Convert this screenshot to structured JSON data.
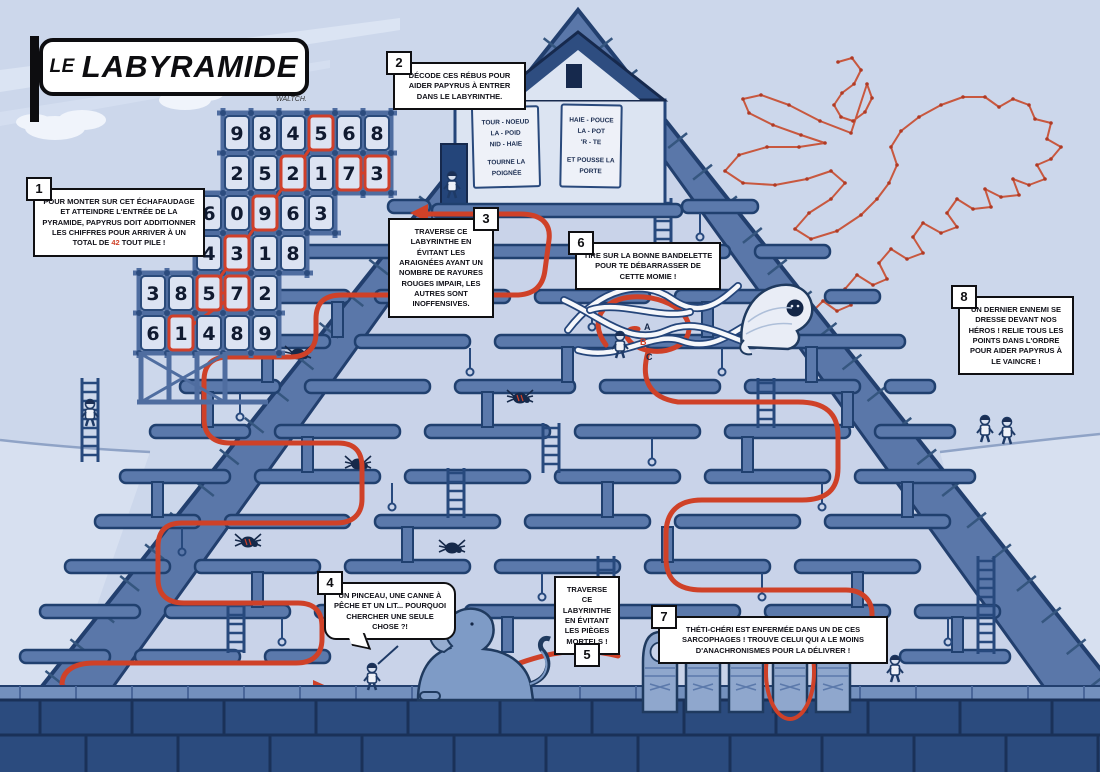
{
  "title": {
    "text_small": "LE",
    "text_big": "LABYRAMIDE",
    "signature": "WALTCH."
  },
  "steps": [
    {
      "num": "1",
      "text_before": "POUR MONTER SUR CET ÉCHAFAUDAGE ET ATTEINDRE L'ENTRÉE DE LA PYRAMIDE, PAPYRUS DOIT ADDITIONNER LES CHIFFRES POUR ARRIVER À UN TOTAL DE ",
      "highlight": "42",
      "text_after": " TOUT PILE !"
    },
    {
      "num": "2",
      "text": "DÉCODE CES RÉBUS POUR AIDER PAPYRUS À ENTRER DANS LE LABYRINTHE."
    },
    {
      "num": "3",
      "text": "TRAVERSE CE LABYRINTHE EN ÉVITANT LES ARAIGNÉES AYANT UN NOMBRE DE RAYURES ROUGES IMPAIR, LES AUTRES SONT INOFFENSIVES."
    },
    {
      "num": "4",
      "text": "UN PINCEAU, UNE CANNE À PÊCHE ET UN LIT... POURQUOI CHERCHER UNE SEULE CHOSE ?!"
    },
    {
      "num": "5",
      "text": "TRAVERSE CE LABYRINTHE EN ÉVITANT LES PIÈGES MORTELS !"
    },
    {
      "num": "6",
      "text": "TIRE SUR LA BONNE BANDELETTE POUR TE DÉBARRASSER DE CETTE MOMIE !"
    },
    {
      "num": "7",
      "text": "THÉTI-CHÉRI EST ENFERMÉE DANS UN DE CES SARCOPHAGES ! TROUVE CELUI QUI A LE MOINS D'ANACHRONISMES POUR LA DÉLIVRER !"
    },
    {
      "num": "8",
      "text": "UN DERNIER ENNEMI SE DRESSE DEVANT NOS HÉROS ! RELIE TOUS LES POINTS DANS L'ORDRE POUR AIDER PAPYRUS À LE VAINCRE !"
    }
  ],
  "number_grid": {
    "target_total": "42",
    "rows": [
      [
        "9",
        "8",
        "4",
        "5",
        "6",
        "8"
      ],
      [
        "2",
        "5",
        "2",
        "1",
        "7",
        "3"
      ],
      [
        "6",
        "0",
        "9",
        "6",
        "3"
      ],
      [
        "4",
        "3",
        "1",
        "8"
      ],
      [
        "3",
        "8",
        "5",
        "7",
        "2"
      ],
      [
        "6",
        "1",
        "4",
        "8",
        "9"
      ]
    ],
    "highlighted_cells": [
      [
        0,
        3
      ],
      [
        1,
        2
      ],
      [
        1,
        4
      ],
      [
        1,
        5
      ],
      [
        2,
        2
      ],
      [
        3,
        1
      ],
      [
        4,
        2
      ],
      [
        4,
        3
      ],
      [
        5,
        1
      ]
    ],
    "links": [
      [
        [
          0,
          3
        ],
        [
          1,
          2
        ]
      ],
      [
        [
          1,
          4
        ],
        [
          1,
          5
        ]
      ],
      [
        [
          1,
          2
        ],
        [
          2,
          2
        ]
      ],
      [
        [
          2,
          2
        ],
        [
          3,
          1
        ]
      ],
      [
        [
          3,
          1
        ],
        [
          4,
          2
        ]
      ],
      [
        [
          4,
          2
        ],
        [
          4,
          3
        ]
      ],
      [
        [
          4,
          3
        ],
        [
          5,
          1
        ]
      ]
    ]
  },
  "rebus": {
    "panel1": {
      "line1": "TOUR - NOEUD",
      "line2": "LA - POID",
      "line3": "NID - HAIE",
      "solution": "TOURNE LA POIGNÉE"
    },
    "panel2": {
      "line1": "HAIE - POUCE",
      "line2": "LA - POT",
      "line3": "'R - TE",
      "solution": "ET POUSSE LA PORTE"
    }
  },
  "bandage_labels": [
    {
      "label": "A",
      "color": "#17294a"
    },
    {
      "label": "B",
      "color": "#cf4128"
    },
    {
      "label": "C",
      "color": "#17294a"
    }
  ],
  "sarcophagi": {
    "count": 5,
    "circled_index": 3
  },
  "colors": {
    "path_red": "#cf4128",
    "sky": "#ccd7eb",
    "pyramid": "#5a77a9",
    "interior": "#c9d3e9",
    "dark_navy": "#2b4b7e",
    "ink": "#1c3765"
  }
}
